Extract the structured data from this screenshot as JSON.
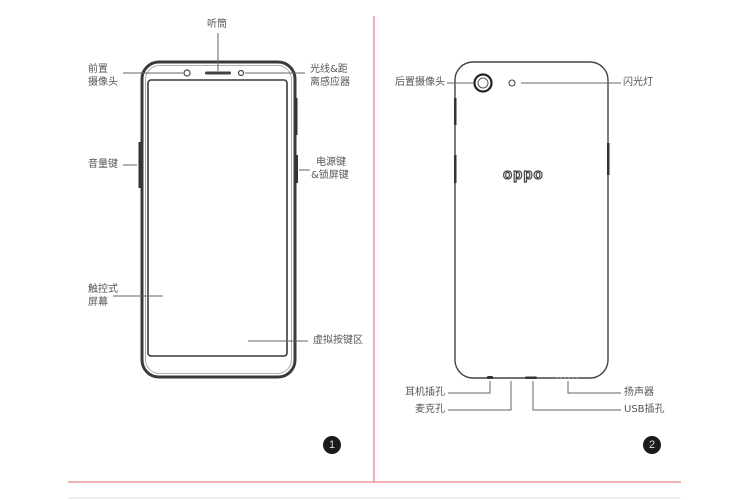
{
  "colors": {
    "divider": "#e8959a",
    "outline": "#3a3a3a",
    "label": "#555555",
    "badge": "#1a1a1a"
  },
  "front_view": {
    "badge": "1",
    "labels": {
      "earpiece": "听筒",
      "front_camera_line1": "前置",
      "front_camera_line2": "摄像头",
      "light_sensor_line1": "光线&距",
      "light_sensor_line2": "离感应器",
      "volume_key": "音量键",
      "power_key_line1": "电源键",
      "power_key_line2": "&锁屏键",
      "touch_screen_line1": "触控式",
      "touch_screen_line2": "屏幕",
      "virtual_keys": "虚拟按键区"
    }
  },
  "back_view": {
    "badge": "2",
    "logo": "oppo",
    "labels": {
      "rear_camera": "后置摄像头",
      "flash": "闪光灯",
      "headphone_jack": "耳机插孔",
      "microphone": "麦克孔",
      "speaker": "扬声器",
      "usb_port": "USB插孔"
    }
  }
}
